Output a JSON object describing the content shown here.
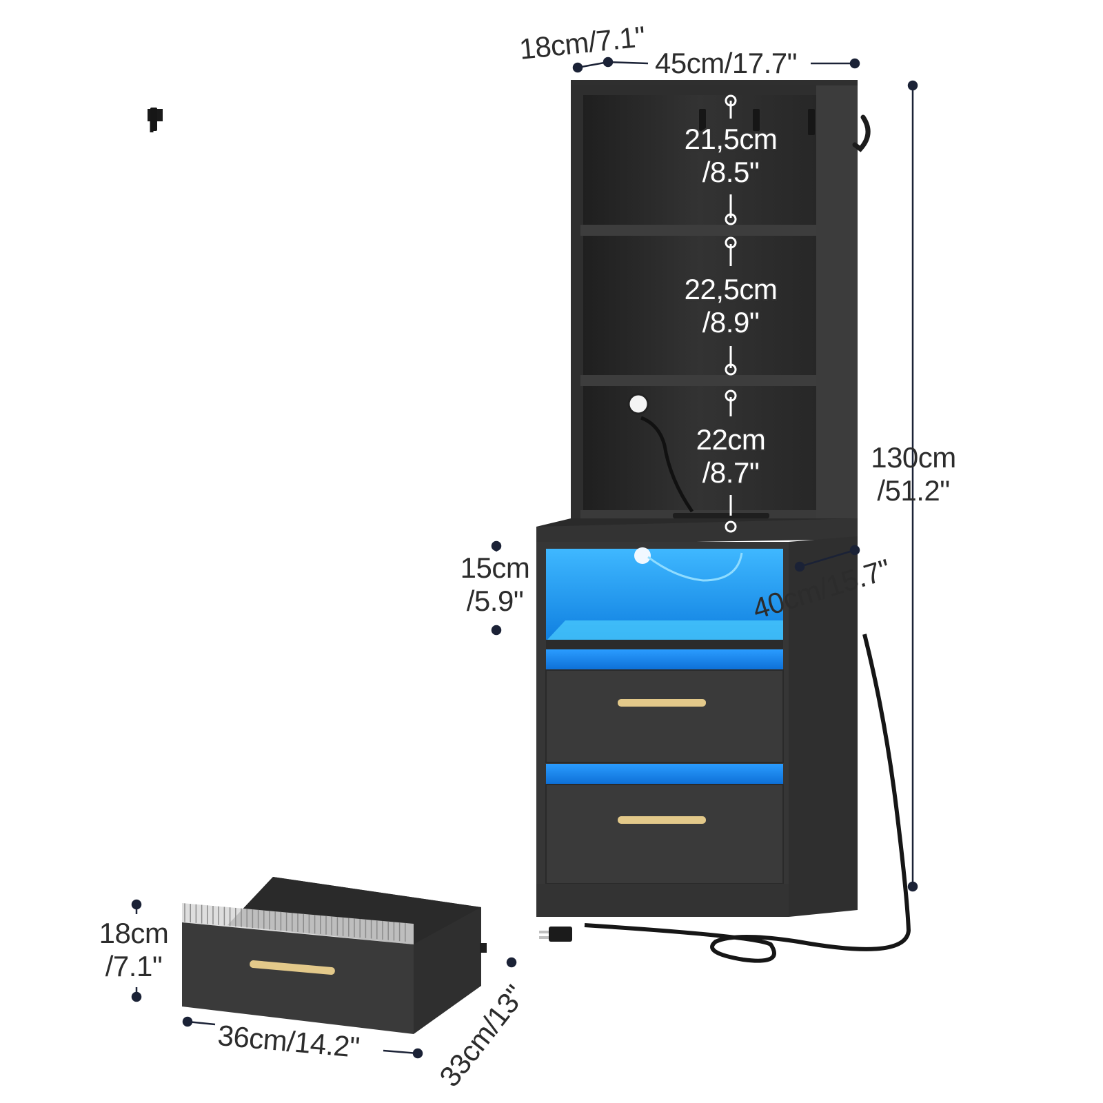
{
  "colors": {
    "cabinet": "#383838",
    "cabinet_dark": "#262626",
    "cabinet_light": "#4a4a4a",
    "led": "#1fa3ff",
    "handle": "#e3c98a",
    "dimension_line": "#1b2236",
    "label_text": "#2c2c2c"
  },
  "dimensions": {
    "depth_top": "18cm/7.1\"",
    "width_top": "45cm/17.7\"",
    "shelf_1": {
      "cm": "21,5cm",
      "in": "/8.5\""
    },
    "shelf_2": {
      "cm": "22,5cm",
      "in": "/8.9\""
    },
    "shelf_3": {
      "cm": "22cm",
      "in": "/8.7\""
    },
    "total_height": {
      "cm": "130cm",
      "in": "/51.2\""
    },
    "open_compartment": {
      "cm": "15cm",
      "in": "/5.9\""
    },
    "cabinet_depth": "40cm/15.7\"",
    "drawer_height": {
      "cm": "18cm",
      "in": "/7.1\""
    },
    "drawer_width": "36cm/14.2\"",
    "drawer_depth": "33cm/13\""
  }
}
